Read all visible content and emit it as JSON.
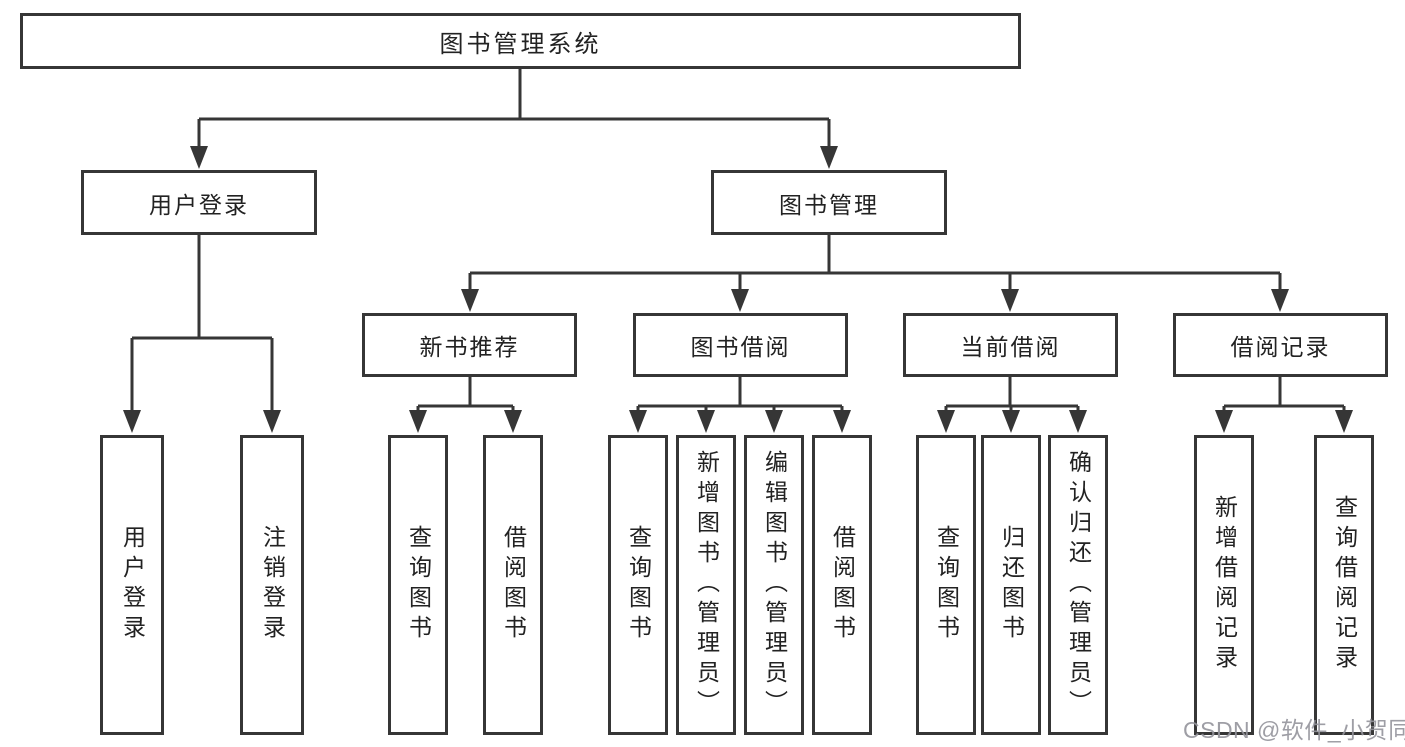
{
  "diagram": {
    "title": "图书管理系统",
    "colors": {
      "line": "#363636",
      "box_border": "#363636",
      "box_fill": "#ffffff",
      "text": "#222222",
      "watermark": "#94949b"
    },
    "tree": {
      "root": {
        "label": "图书管理系统"
      },
      "children": [
        {
          "label": "用户登录",
          "children": [
            {
              "label": "用户登录"
            },
            {
              "label": "注销登录"
            }
          ]
        },
        {
          "label": "图书管理",
          "children": [
            {
              "label": "新书推荐",
              "children": [
                {
                  "label": "查询图书"
                },
                {
                  "label": "借阅图书"
                }
              ]
            },
            {
              "label": "图书借阅",
              "children": [
                {
                  "label": "查询图书"
                },
                {
                  "label": "新增图书（管理员）"
                },
                {
                  "label": "编辑图书（管理员）"
                },
                {
                  "label": "借阅图书"
                }
              ]
            },
            {
              "label": "当前借阅",
              "children": [
                {
                  "label": "查询图书"
                },
                {
                  "label": "归还图书"
                },
                {
                  "label": "确认归还（管理员）"
                }
              ]
            },
            {
              "label": "借阅记录",
              "children": [
                {
                  "label": "新增借阅记录"
                },
                {
                  "label": "查询借阅记录"
                }
              ]
            }
          ]
        }
      ]
    },
    "watermark": {
      "text": "CSDN @软件_小贺同学"
    }
  }
}
